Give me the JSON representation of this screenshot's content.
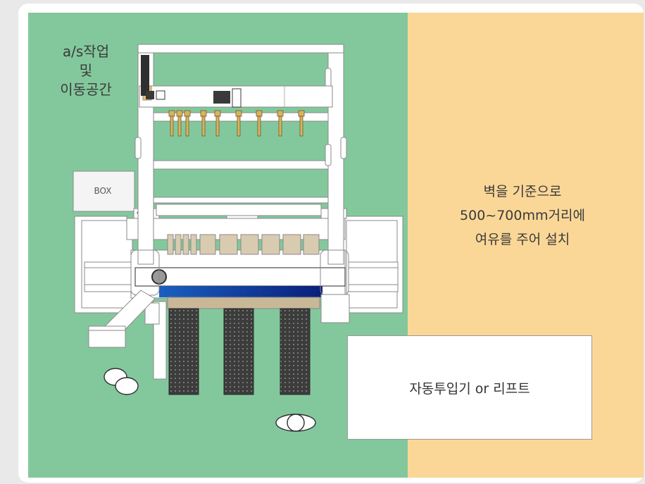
{
  "diagram": {
    "zones": {
      "work_zone_color": "#83c89c",
      "clearance_zone_color": "#fad797"
    },
    "labels": {
      "as_space": [
        "a/s작업",
        "및",
        "이동공간"
      ],
      "wall_note": [
        "벽을 기준으로",
        "500~700mm거리에",
        "여유를 주어 설치"
      ],
      "box": "BOX",
      "feeder": "자동투입기 or 리프트"
    },
    "icons": [
      "machine-top-view-icon",
      "roller-icon",
      "control-knob-icon"
    ]
  }
}
